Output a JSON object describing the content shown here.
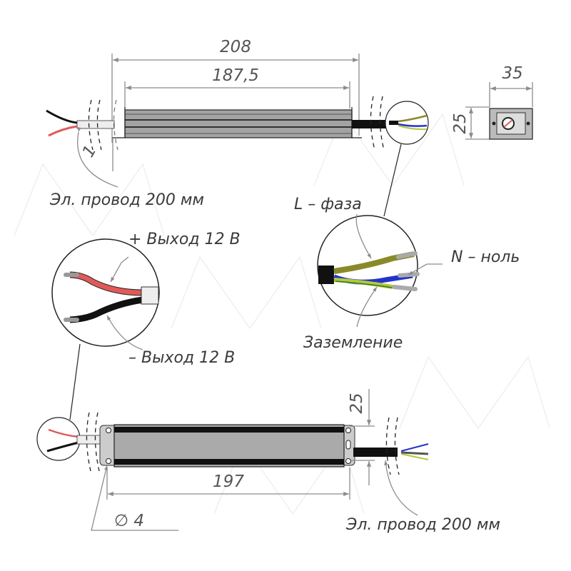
{
  "top_view": {
    "dim_overall": "208",
    "dim_body": "187,5",
    "dim_offset": "1",
    "cable_label": "Эл. провод 200 мм"
  },
  "end_view": {
    "dim_width": "35",
    "dim_height": "25"
  },
  "input_detail": {
    "phase_label": "L – фаза",
    "neutral_label": "N – ноль",
    "ground_label": "Заземление"
  },
  "output_detail": {
    "plus_label": "+ Выход 12 В",
    "minus_label": "– Выход 12 В"
  },
  "bottom_view": {
    "dim_length": "197",
    "dim_height": "25",
    "hole_label": "∅ 4",
    "cable_label": "Эл. провод 200 мм"
  },
  "colors": {
    "body": "#a3a3a3",
    "wire_red": "#e05a5a",
    "wire_blue": "#2233cc",
    "wire_olive": "#8a8a2a",
    "wire_yellow_green": "#b8c83a"
  }
}
